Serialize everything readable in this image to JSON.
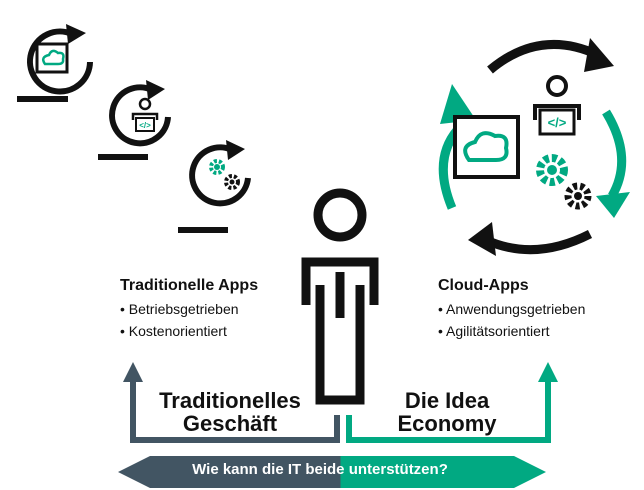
{
  "traditional": {
    "heading": "Traditionelle Apps",
    "bullets": [
      "• Betriebsgetrieben",
      "• Kostenorientiert"
    ],
    "business_line1": "Traditionelles",
    "business_line2": "Geschäft"
  },
  "cloud": {
    "heading": "Cloud-Apps",
    "bullets": [
      "• Anwendungsgetrieben",
      "• Agilitätsorientiert"
    ],
    "economy_line1": "Die Idea",
    "economy_line2": "Economy"
  },
  "banner": {
    "question": "Wie kann die IT beide unterstützen?"
  },
  "colors": {
    "teal": "#01a982",
    "slate": "#425563",
    "ink": "#111111"
  },
  "icons": [
    "refresh-cloud-icon",
    "refresh-developer-icon",
    "refresh-gears-icon",
    "cycle-arrows-icon",
    "person-icon"
  ]
}
